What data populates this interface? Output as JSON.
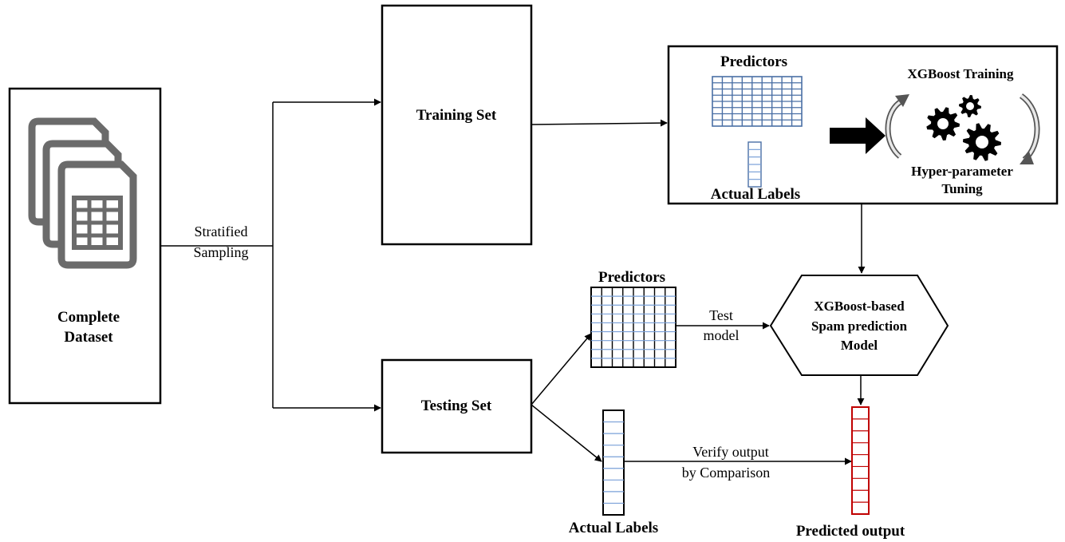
{
  "complete_dataset": {
    "line1": "Complete",
    "line2": "Dataset"
  },
  "sampling": {
    "line1": "Stratified",
    "line2": "Sampling"
  },
  "training_set": {
    "label": "Training Set"
  },
  "testing_set": {
    "label": "Testing Set"
  },
  "training_panel": {
    "predictors": "Predictors",
    "actual_labels": "Actual Labels",
    "xgboost_training": "XGBoost Training",
    "tuning_line1": "Hyper-parameter",
    "tuning_line2": "Tuning"
  },
  "testing_predictors": {
    "label": "Predictors"
  },
  "test_model": {
    "line1": "Test",
    "line2": "model"
  },
  "model": {
    "line1": "XGBoost-based",
    "line2": "Spam prediction",
    "line3": "Model"
  },
  "testing_labels": {
    "label": "Actual Labels"
  },
  "verify": {
    "line1": "Verify output",
    "line2": "by Comparison"
  },
  "predicted_output": {
    "label": "Predicted output"
  },
  "colors": {
    "grid_blue": "#4a6fa5",
    "output_red": "#c00000",
    "icon_gray": "#6b6b6b",
    "cell_line": "#7aa0d8"
  }
}
